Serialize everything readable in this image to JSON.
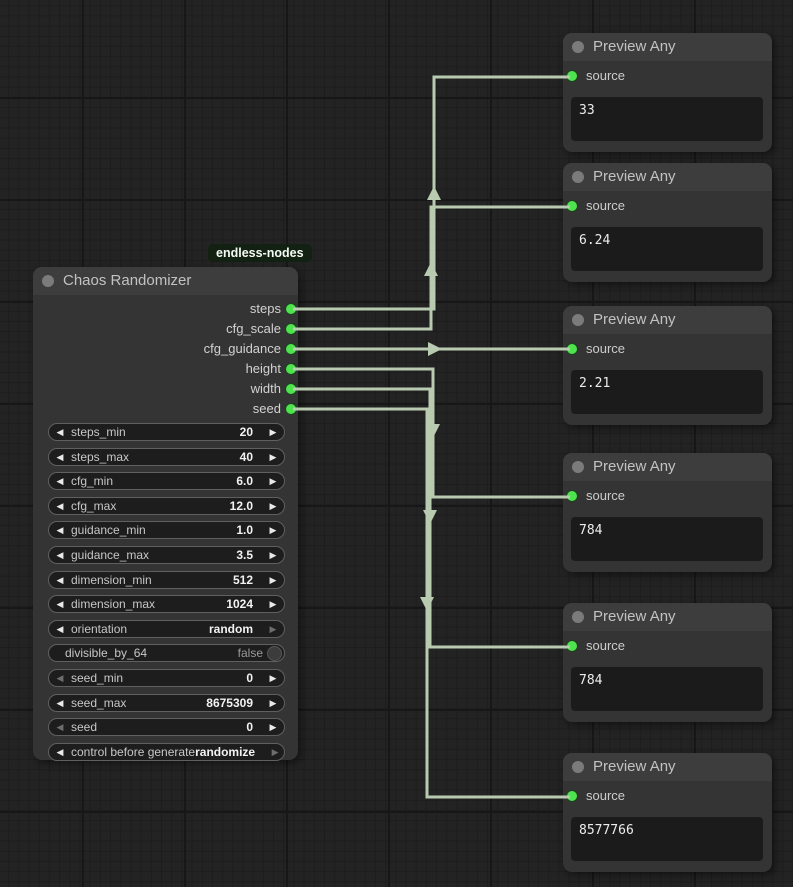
{
  "badge": {
    "label": "endless-nodes"
  },
  "colors": {
    "wire": "#b8cbb0",
    "slot_green": "#4ee24e",
    "node_header": "#3d3d3d",
    "node_body": "#343434",
    "widget_bg": "#1d1d1d",
    "badge_bg": "#122112"
  },
  "chaos": {
    "title": "Chaos Randomizer",
    "outputs": [
      {
        "label": "steps"
      },
      {
        "label": "cfg_scale"
      },
      {
        "label": "cfg_guidance"
      },
      {
        "label": "height"
      },
      {
        "label": "width"
      },
      {
        "label": "seed"
      }
    ],
    "widgets": [
      {
        "label": "steps_min",
        "value": "20"
      },
      {
        "label": "steps_max",
        "value": "40"
      },
      {
        "label": "cfg_min",
        "value": "6.0"
      },
      {
        "label": "cfg_max",
        "value": "12.0"
      },
      {
        "label": "guidance_min",
        "value": "1.0"
      },
      {
        "label": "guidance_max",
        "value": "3.5"
      },
      {
        "label": "dimension_min",
        "value": "512"
      },
      {
        "label": "dimension_max",
        "value": "1024"
      },
      {
        "label": "orientation",
        "value": "random"
      },
      {
        "label": "divisible_by_64",
        "value": "false"
      },
      {
        "label": "seed_min",
        "value": "0"
      },
      {
        "label": "seed_max",
        "value": "8675309"
      },
      {
        "label": "seed",
        "value": "0"
      },
      {
        "label": "control before generate",
        "value": "randomize"
      }
    ]
  },
  "previews": [
    {
      "title": "Preview Any",
      "input_label": "source",
      "value": "33"
    },
    {
      "title": "Preview Any",
      "input_label": "source",
      "value": "6.24"
    },
    {
      "title": "Preview Any",
      "input_label": "source",
      "value": "2.21"
    },
    {
      "title": "Preview Any",
      "input_label": "source",
      "value": "784"
    },
    {
      "title": "Preview Any",
      "input_label": "source",
      "value": "784"
    },
    {
      "title": "Preview Any",
      "input_label": "source",
      "value": "8577766"
    }
  ],
  "links": [
    {
      "from": "steps",
      "to": "preview-1"
    },
    {
      "from": "cfg_scale",
      "to": "preview-2"
    },
    {
      "from": "cfg_guidance",
      "to": "preview-3"
    },
    {
      "from": "height",
      "to": "preview-4"
    },
    {
      "from": "width",
      "to": "preview-5"
    },
    {
      "from": "seed",
      "to": "preview-6"
    }
  ]
}
